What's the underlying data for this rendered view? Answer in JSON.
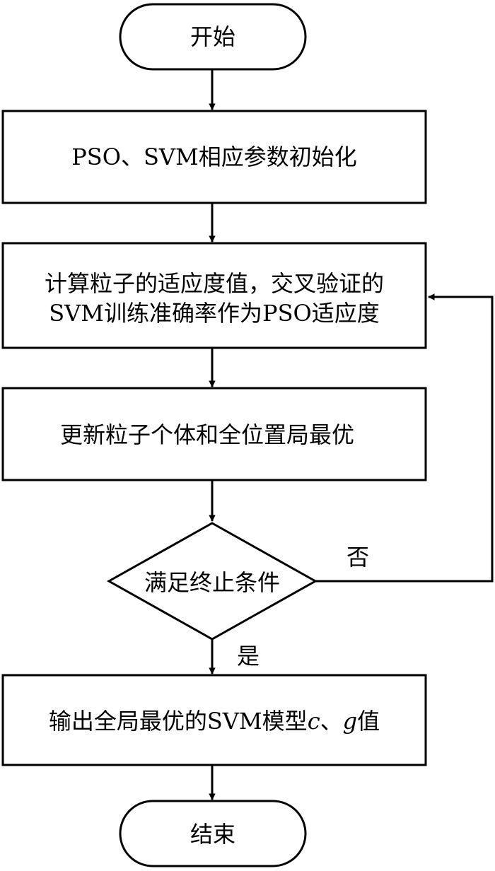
{
  "flowchart": {
    "nodes": {
      "start": {
        "label": "开始"
      },
      "init": {
        "label": "PSO、SVM相应参数初始化"
      },
      "fitness": {
        "line1": "计算粒子的适应度值，交叉验证的",
        "line2": "SVM训练准确率作为PSO适应度"
      },
      "update": {
        "label": "更新粒子个体和全位置局最优"
      },
      "decision": {
        "label": "满足终止条件"
      },
      "output": {
        "prefix": "输出全局最优的SVM模型",
        "c": "c",
        "sep": "、",
        "g": "g",
        "suffix": "值"
      },
      "end": {
        "label": "结束"
      }
    },
    "branches": {
      "no": "否",
      "yes": "是"
    }
  }
}
